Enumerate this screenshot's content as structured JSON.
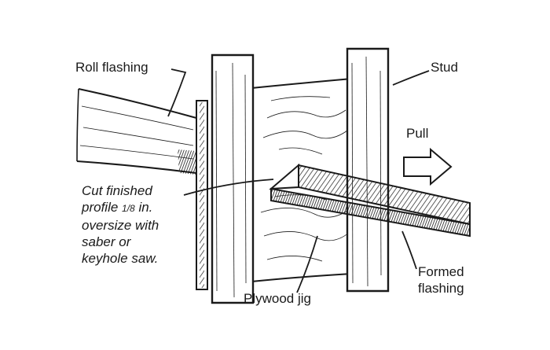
{
  "labels": {
    "roll_flashing": "Roll flashing",
    "stud": "Stud",
    "pull": "Pull",
    "cut_line1": "Cut finished",
    "cut_line2_pre": "profile ",
    "cut_line2_frac": "1/8",
    "cut_line2_post": " in.",
    "cut_line3": "oversize with",
    "cut_line4": "saber or",
    "cut_line5": "keyhole saw.",
    "plywood_jig": "Plywood jig",
    "formed_line1": "Formed",
    "formed_line2": "flashing"
  },
  "colors": {
    "ink": "#1a1a1a",
    "paper": "#ffffff"
  }
}
